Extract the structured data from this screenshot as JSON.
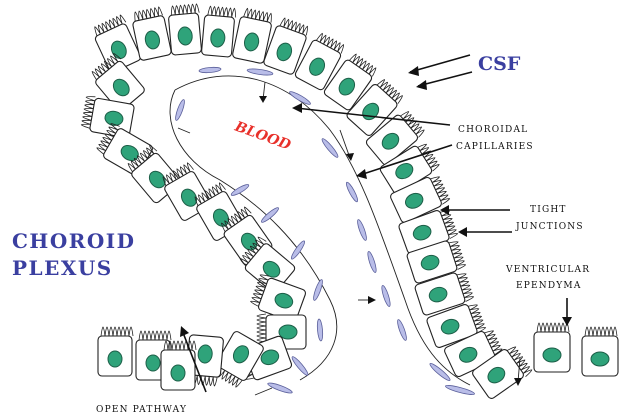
{
  "labels": {
    "csf": "CSF",
    "choroidal_capillaries_1": "CHOROIDAL",
    "choroidal_capillaries_2": "CAPILLARIES",
    "blood": "BLOOD",
    "tight_junctions_1": "TIGHT",
    "tight_junctions_2": "JUNCTIONS",
    "choroid_plexus_1": "CHOROID",
    "choroid_plexus_2": "PLEXUS",
    "ventricular_ependyma_1": "VENTRICULAR",
    "ventricular_ependyma_2": "EPENDYMA",
    "open_pathway": "OPEN PATHWAY"
  },
  "colors": {
    "title_blue": "#3a3fa0",
    "blood_red": "#e8302a",
    "nucleus_green": "#2fa37a",
    "capillary_lavender": "#b9bde8"
  }
}
